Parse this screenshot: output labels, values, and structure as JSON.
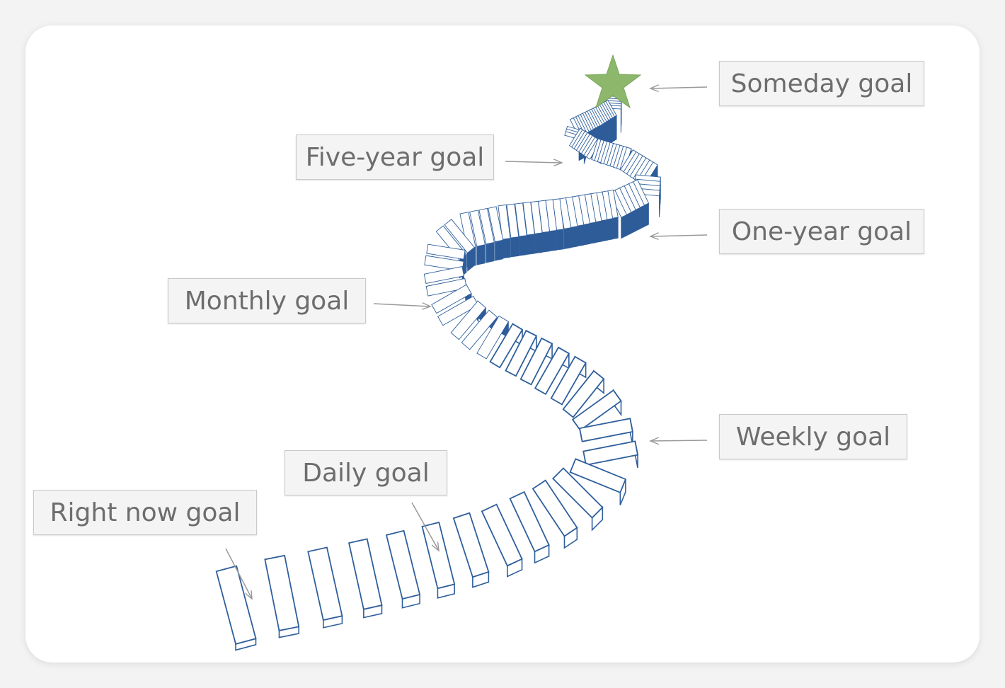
{
  "diagram": {
    "labels": {
      "someday": "Someday goal",
      "five_year": "Five-year goal",
      "one_year": "One-year goal",
      "monthly": "Monthly goal",
      "weekly": "Weekly goal",
      "daily": "Daily goal",
      "right_now": "Right now goal"
    },
    "colors": {
      "star": "#8db86c",
      "domino_stroke": "#2f5f9c",
      "domino_dark": "#2e5c98",
      "label_text": "#6d6d6d",
      "label_bg": "#f4f4f4",
      "arrow": "#9a9a9a"
    },
    "icons": {
      "top": "star-icon"
    }
  }
}
